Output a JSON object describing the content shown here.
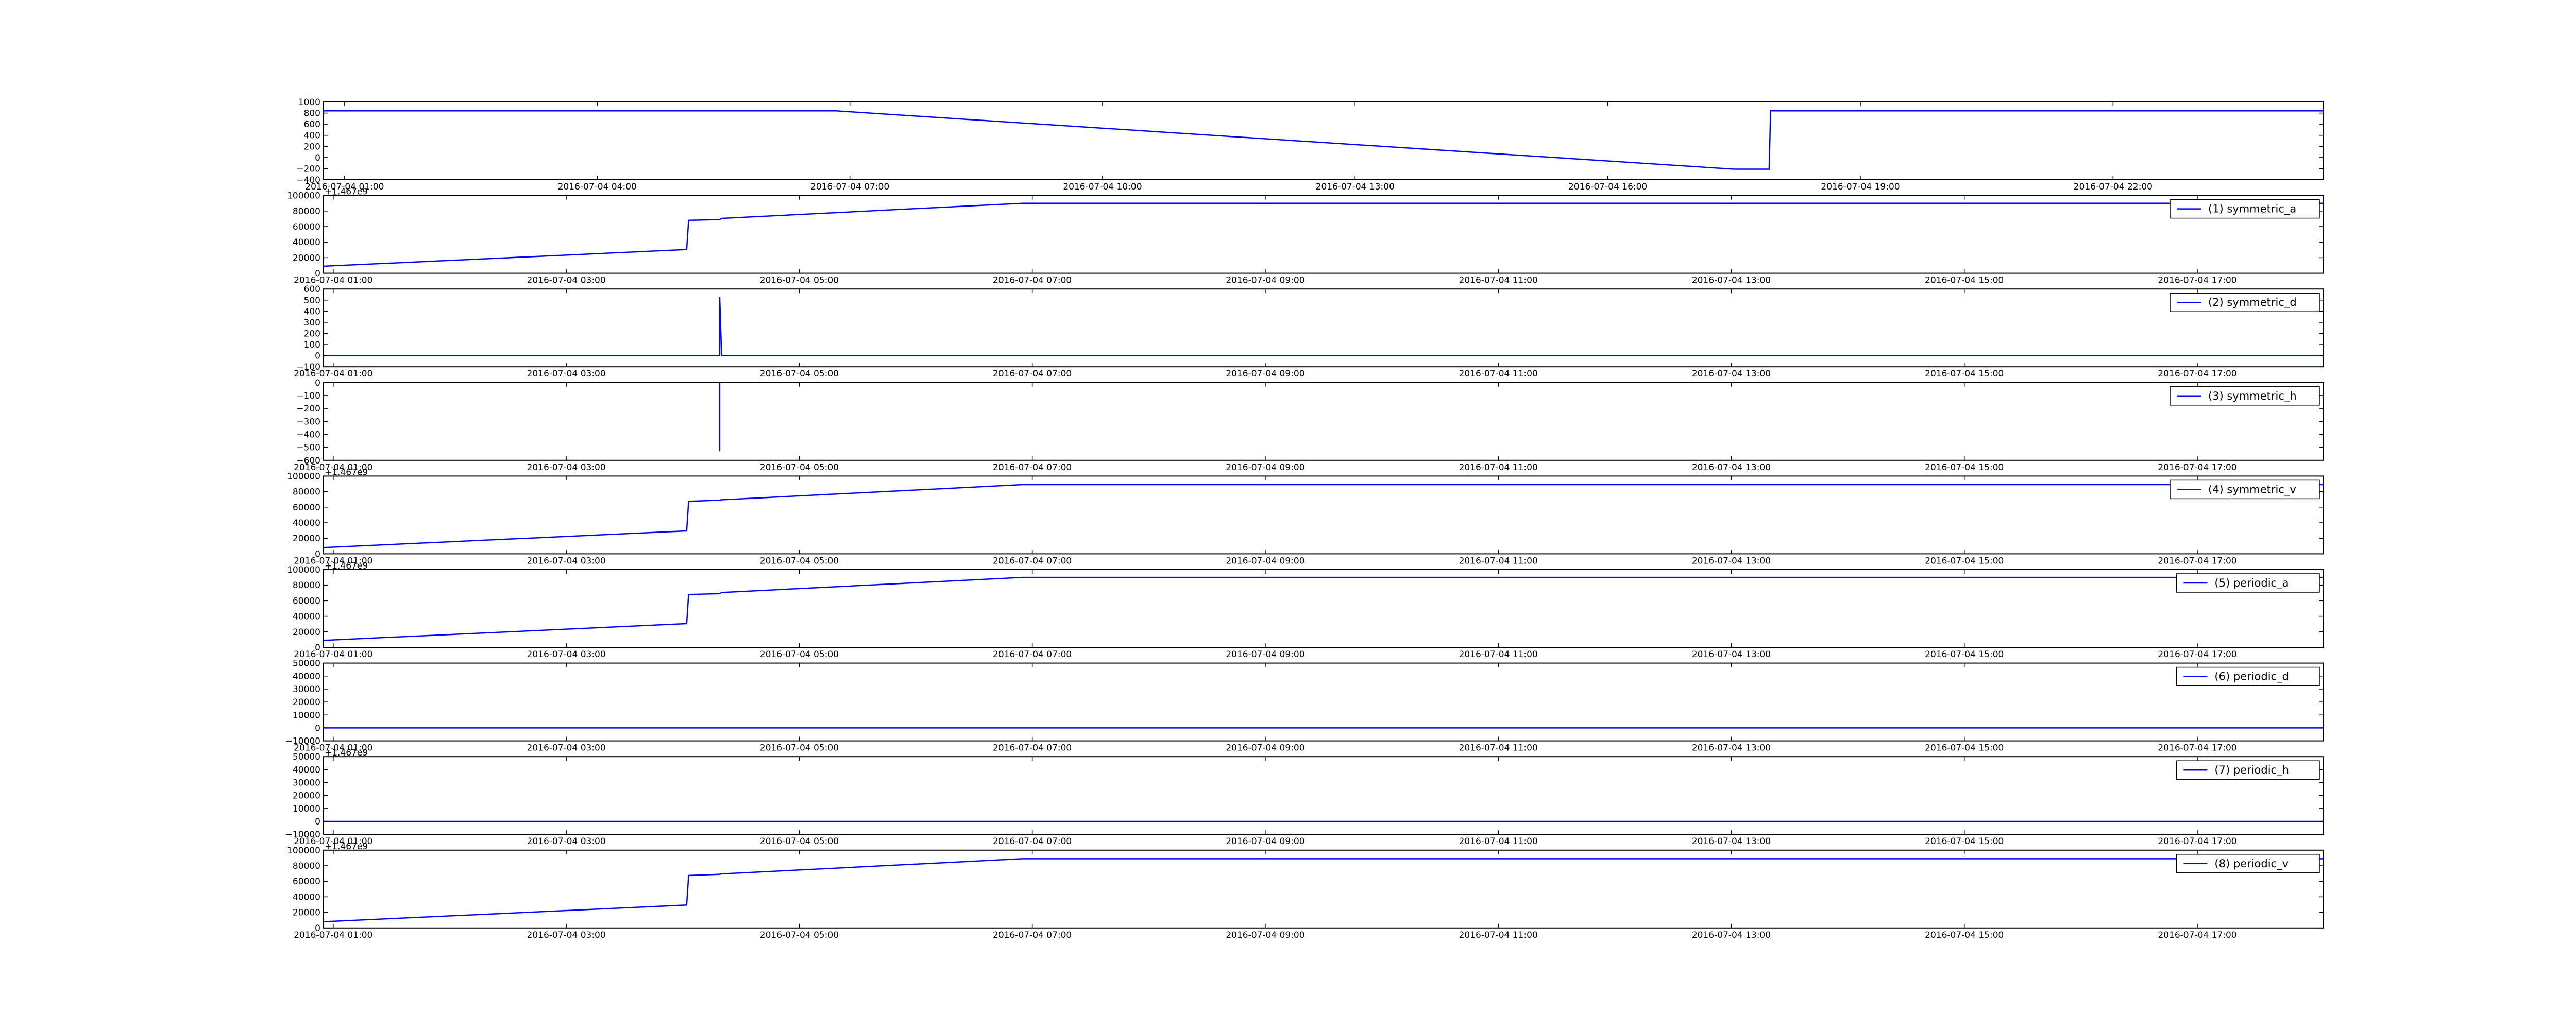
{
  "chart_data": [
    {
      "type": "line",
      "x_ticks": [
        "2016-07-04 01:00",
        "2016-07-04 04:00",
        "2016-07-04 07:00",
        "2016-07-04 10:00",
        "2016-07-04 13:00",
        "2016-07-04 16:00",
        "2016-07-04 19:00",
        "2016-07-04 22:00"
      ],
      "y_ticks": [
        "1000",
        "800",
        "600",
        "400",
        "200",
        "0",
        "−200",
        "−400"
      ],
      "ylim": [
        -400,
        1000
      ],
      "xlim": [
        "2016-07-04 00:45",
        "2016-07-05 00:30"
      ],
      "series": [
        {
          "color": "#0000ff",
          "x": [
            "2016-07-04 00:45",
            "2016-07-04 06:50",
            "2016-07-04 17:30",
            "2016-07-04 17:55",
            "2016-07-04 17:56",
            "2016-07-05 00:30"
          ],
          "y": [
            840,
            840,
            -210,
            -210,
            840,
            840
          ]
        }
      ]
    },
    {
      "type": "line",
      "offset_label": "+1.467e9",
      "x_ticks": [
        "2016-07-04 01:00",
        "2016-07-04 03:00",
        "2016-07-04 05:00",
        "2016-07-04 07:00",
        "2016-07-04 09:00",
        "2016-07-04 11:00",
        "2016-07-04 13:00",
        "2016-07-04 15:00",
        "2016-07-04 17:00"
      ],
      "y_ticks": [
        "100000",
        "80000",
        "60000",
        "40000",
        "20000",
        "0"
      ],
      "ylim": [
        0,
        100000
      ],
      "xlim": [
        "2016-07-04 00:55",
        "2016-07-04 18:05"
      ],
      "legend": "top-right",
      "series": [
        {
          "name": "(1) symmetric_a",
          "color": "#0000ff",
          "x": [
            "2016-07-04 00:55",
            "2016-07-04 04:02",
            "2016-07-04 04:03",
            "2016-07-04 04:19",
            "2016-07-04 04:20",
            "2016-07-04 06:55",
            "2016-07-04 18:05"
          ],
          "y": [
            9000,
            30500,
            68000,
            69000,
            70500,
            90000,
            90000
          ]
        }
      ]
    },
    {
      "type": "line",
      "x_ticks": [
        "2016-07-04 01:00",
        "2016-07-04 03:00",
        "2016-07-04 05:00",
        "2016-07-04 07:00",
        "2016-07-04 09:00",
        "2016-07-04 11:00",
        "2016-07-04 13:00",
        "2016-07-04 15:00",
        "2016-07-04 17:00"
      ],
      "y_ticks": [
        "600",
        "500",
        "400",
        "300",
        "200",
        "100",
        "0",
        "−100"
      ],
      "ylim": [
        -100,
        600
      ],
      "xlim": [
        "2016-07-04 00:55",
        "2016-07-04 18:05"
      ],
      "legend": "top-right",
      "series": [
        {
          "name": "(2) symmetric_d",
          "color": "#0000ff",
          "x": [
            "2016-07-04 00:55",
            "2016-07-04 04:19",
            "2016-07-04 04:19",
            "2016-07-04 04:20",
            "2016-07-04 18:05"
          ],
          "y": [
            0,
            0,
            530,
            0,
            0
          ]
        }
      ]
    },
    {
      "type": "line",
      "x_ticks": [
        "2016-07-04 01:00",
        "2016-07-04 03:00",
        "2016-07-04 05:00",
        "2016-07-04 07:00",
        "2016-07-04 09:00",
        "2016-07-04 11:00",
        "2016-07-04 13:00",
        "2016-07-04 15:00",
        "2016-07-04 17:00"
      ],
      "y_ticks": [
        "0",
        "−100",
        "−200",
        "−300",
        "−400",
        "−500",
        "−600"
      ],
      "ylim": [
        -600,
        0
      ],
      "xlim": [
        "2016-07-04 00:55",
        "2016-07-04 18:05"
      ],
      "legend": "top-right",
      "series": [
        {
          "name": "(3) symmetric_h",
          "color": "#0000ff",
          "x": [
            "2016-07-04 04:19",
            "2016-07-04 04:19"
          ],
          "y": [
            0,
            -530
          ]
        }
      ]
    },
    {
      "type": "line",
      "offset_label": "+1.467e9",
      "x_ticks": [
        "2016-07-04 01:00",
        "2016-07-04 03:00",
        "2016-07-04 05:00",
        "2016-07-04 07:00",
        "2016-07-04 09:00",
        "2016-07-04 11:00",
        "2016-07-04 13:00",
        "2016-07-04 15:00",
        "2016-07-04 17:00"
      ],
      "y_ticks": [
        "100000",
        "80000",
        "60000",
        "40000",
        "20000",
        "0"
      ],
      "ylim": [
        0,
        100000
      ],
      "xlim": [
        "2016-07-04 00:55",
        "2016-07-04 18:05"
      ],
      "legend": "top-right",
      "series": [
        {
          "name": "(4) symmetric_v",
          "color": "#0000ff",
          "x": [
            "2016-07-04 00:55",
            "2016-07-04 04:02",
            "2016-07-04 04:03",
            "2016-07-04 04:19",
            "2016-07-04 04:20",
            "2016-07-04 06:55",
            "2016-07-04 18:05"
          ],
          "y": [
            8000,
            29500,
            67500,
            69000,
            69500,
            89000,
            89000
          ]
        }
      ]
    },
    {
      "type": "line",
      "offset_label": "+1.467e9",
      "x_ticks": [
        "2016-07-04 01:00",
        "2016-07-04 03:00",
        "2016-07-04 05:00",
        "2016-07-04 07:00",
        "2016-07-04 09:00",
        "2016-07-04 11:00",
        "2016-07-04 13:00",
        "2016-07-04 15:00",
        "2016-07-04 17:00"
      ],
      "y_ticks": [
        "100000",
        "80000",
        "60000",
        "40000",
        "20000",
        "0"
      ],
      "ylim": [
        0,
        100000
      ],
      "xlim": [
        "2016-07-04 00:55",
        "2016-07-04 18:05"
      ],
      "legend": "top-right",
      "series": [
        {
          "name": "(5) periodic_a",
          "color": "#0000ff",
          "x": [
            "2016-07-04 00:55",
            "2016-07-04 04:02",
            "2016-07-04 04:03",
            "2016-07-04 04:19",
            "2016-07-04 04:20",
            "2016-07-04 06:55",
            "2016-07-04 18:05"
          ],
          "y": [
            9000,
            30500,
            68000,
            69000,
            70500,
            90000,
            90000
          ]
        }
      ]
    },
    {
      "type": "line",
      "x_ticks": [
        "2016-07-04 01:00",
        "2016-07-04 03:00",
        "2016-07-04 05:00",
        "2016-07-04 07:00",
        "2016-07-04 09:00",
        "2016-07-04 11:00",
        "2016-07-04 13:00",
        "2016-07-04 15:00",
        "2016-07-04 17:00"
      ],
      "y_ticks": [
        "50000",
        "40000",
        "30000",
        "20000",
        "10000",
        "0",
        "−10000"
      ],
      "ylim": [
        -10000,
        50000
      ],
      "xlim": [
        "2016-07-04 00:55",
        "2016-07-04 18:05"
      ],
      "legend": "top-right",
      "series": [
        {
          "name": "(6) periodic_d",
          "color": "#0000ff",
          "x": [
            "2016-07-04 00:55",
            "2016-07-04 18:05"
          ],
          "y": [
            0,
            0
          ]
        }
      ]
    },
    {
      "type": "line",
      "offset_label": "+1.467e9",
      "x_ticks": [
        "2016-07-04 01:00",
        "2016-07-04 03:00",
        "2016-07-04 05:00",
        "2016-07-04 07:00",
        "2016-07-04 09:00",
        "2016-07-04 11:00",
        "2016-07-04 13:00",
        "2016-07-04 15:00",
        "2016-07-04 17:00"
      ],
      "y_ticks": [
        "50000",
        "40000",
        "30000",
        "20000",
        "10000",
        "0",
        "−10000"
      ],
      "ylim": [
        -10000,
        50000
      ],
      "xlim": [
        "2016-07-04 00:55",
        "2016-07-04 18:05"
      ],
      "legend": "top-right",
      "series": [
        {
          "name": "(7) periodic_h",
          "color": "#0000ff",
          "x": [
            "2016-07-04 00:55",
            "2016-07-04 18:05"
          ],
          "y": [
            0,
            0
          ]
        }
      ]
    },
    {
      "type": "line",
      "offset_label": "+1.467e9",
      "x_ticks": [
        "2016-07-04 01:00",
        "2016-07-04 03:00",
        "2016-07-04 05:00",
        "2016-07-04 07:00",
        "2016-07-04 09:00",
        "2016-07-04 11:00",
        "2016-07-04 13:00",
        "2016-07-04 15:00",
        "2016-07-04 17:00"
      ],
      "y_ticks": [
        "100000",
        "80000",
        "60000",
        "40000",
        "20000",
        "0"
      ],
      "ylim": [
        0,
        100000
      ],
      "xlim": [
        "2016-07-04 00:55",
        "2016-07-04 18:05"
      ],
      "legend": "top-right",
      "series": [
        {
          "name": "(8) periodic_v",
          "color": "#0000ff",
          "x": [
            "2016-07-04 00:55",
            "2016-07-04 04:02",
            "2016-07-04 04:03",
            "2016-07-04 04:19",
            "2016-07-04 04:20",
            "2016-07-04 06:55",
            "2016-07-04 18:05"
          ],
          "y": [
            8000,
            29500,
            67500,
            69000,
            69500,
            89000,
            89000
          ]
        }
      ]
    }
  ]
}
